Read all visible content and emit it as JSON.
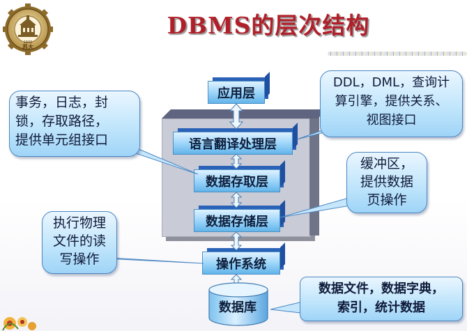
{
  "title": "DBMS的层次结构",
  "logo": {
    "text_bottom": "苏大",
    "year": "1900"
  },
  "layers": {
    "app": "应用层",
    "lang": "语言翻译处理层",
    "access": "数据存取层",
    "storage": "数据存储层",
    "os": "操作系统",
    "db": "数据库"
  },
  "callouts": {
    "left_top": [
      "事务，日志，封",
      "锁，存取路径，",
      "提供单元组接口"
    ],
    "right_top": [
      "DDL，DML，查询计",
      "算引擎，提供关系、",
      "视图接口"
    ],
    "right_mid": [
      "缓冲区，",
      "提供数据",
      "页操作"
    ],
    "left_bottom": [
      "执行物理",
      "文件的读",
      "写操作"
    ],
    "right_bottom": [
      "数据文件，数据字典，",
      "索引，统计数据"
    ]
  },
  "colors": {
    "title": "#b0202a",
    "box_blue": "#62b4ea",
    "callout_blue": "#bde4fb",
    "block_gray": "#c9cbd6"
  },
  "icons": [
    "university-seal-icon",
    "double-arrow-icon",
    "database-cylinder-icon",
    "flower-decoration-icon"
  ]
}
